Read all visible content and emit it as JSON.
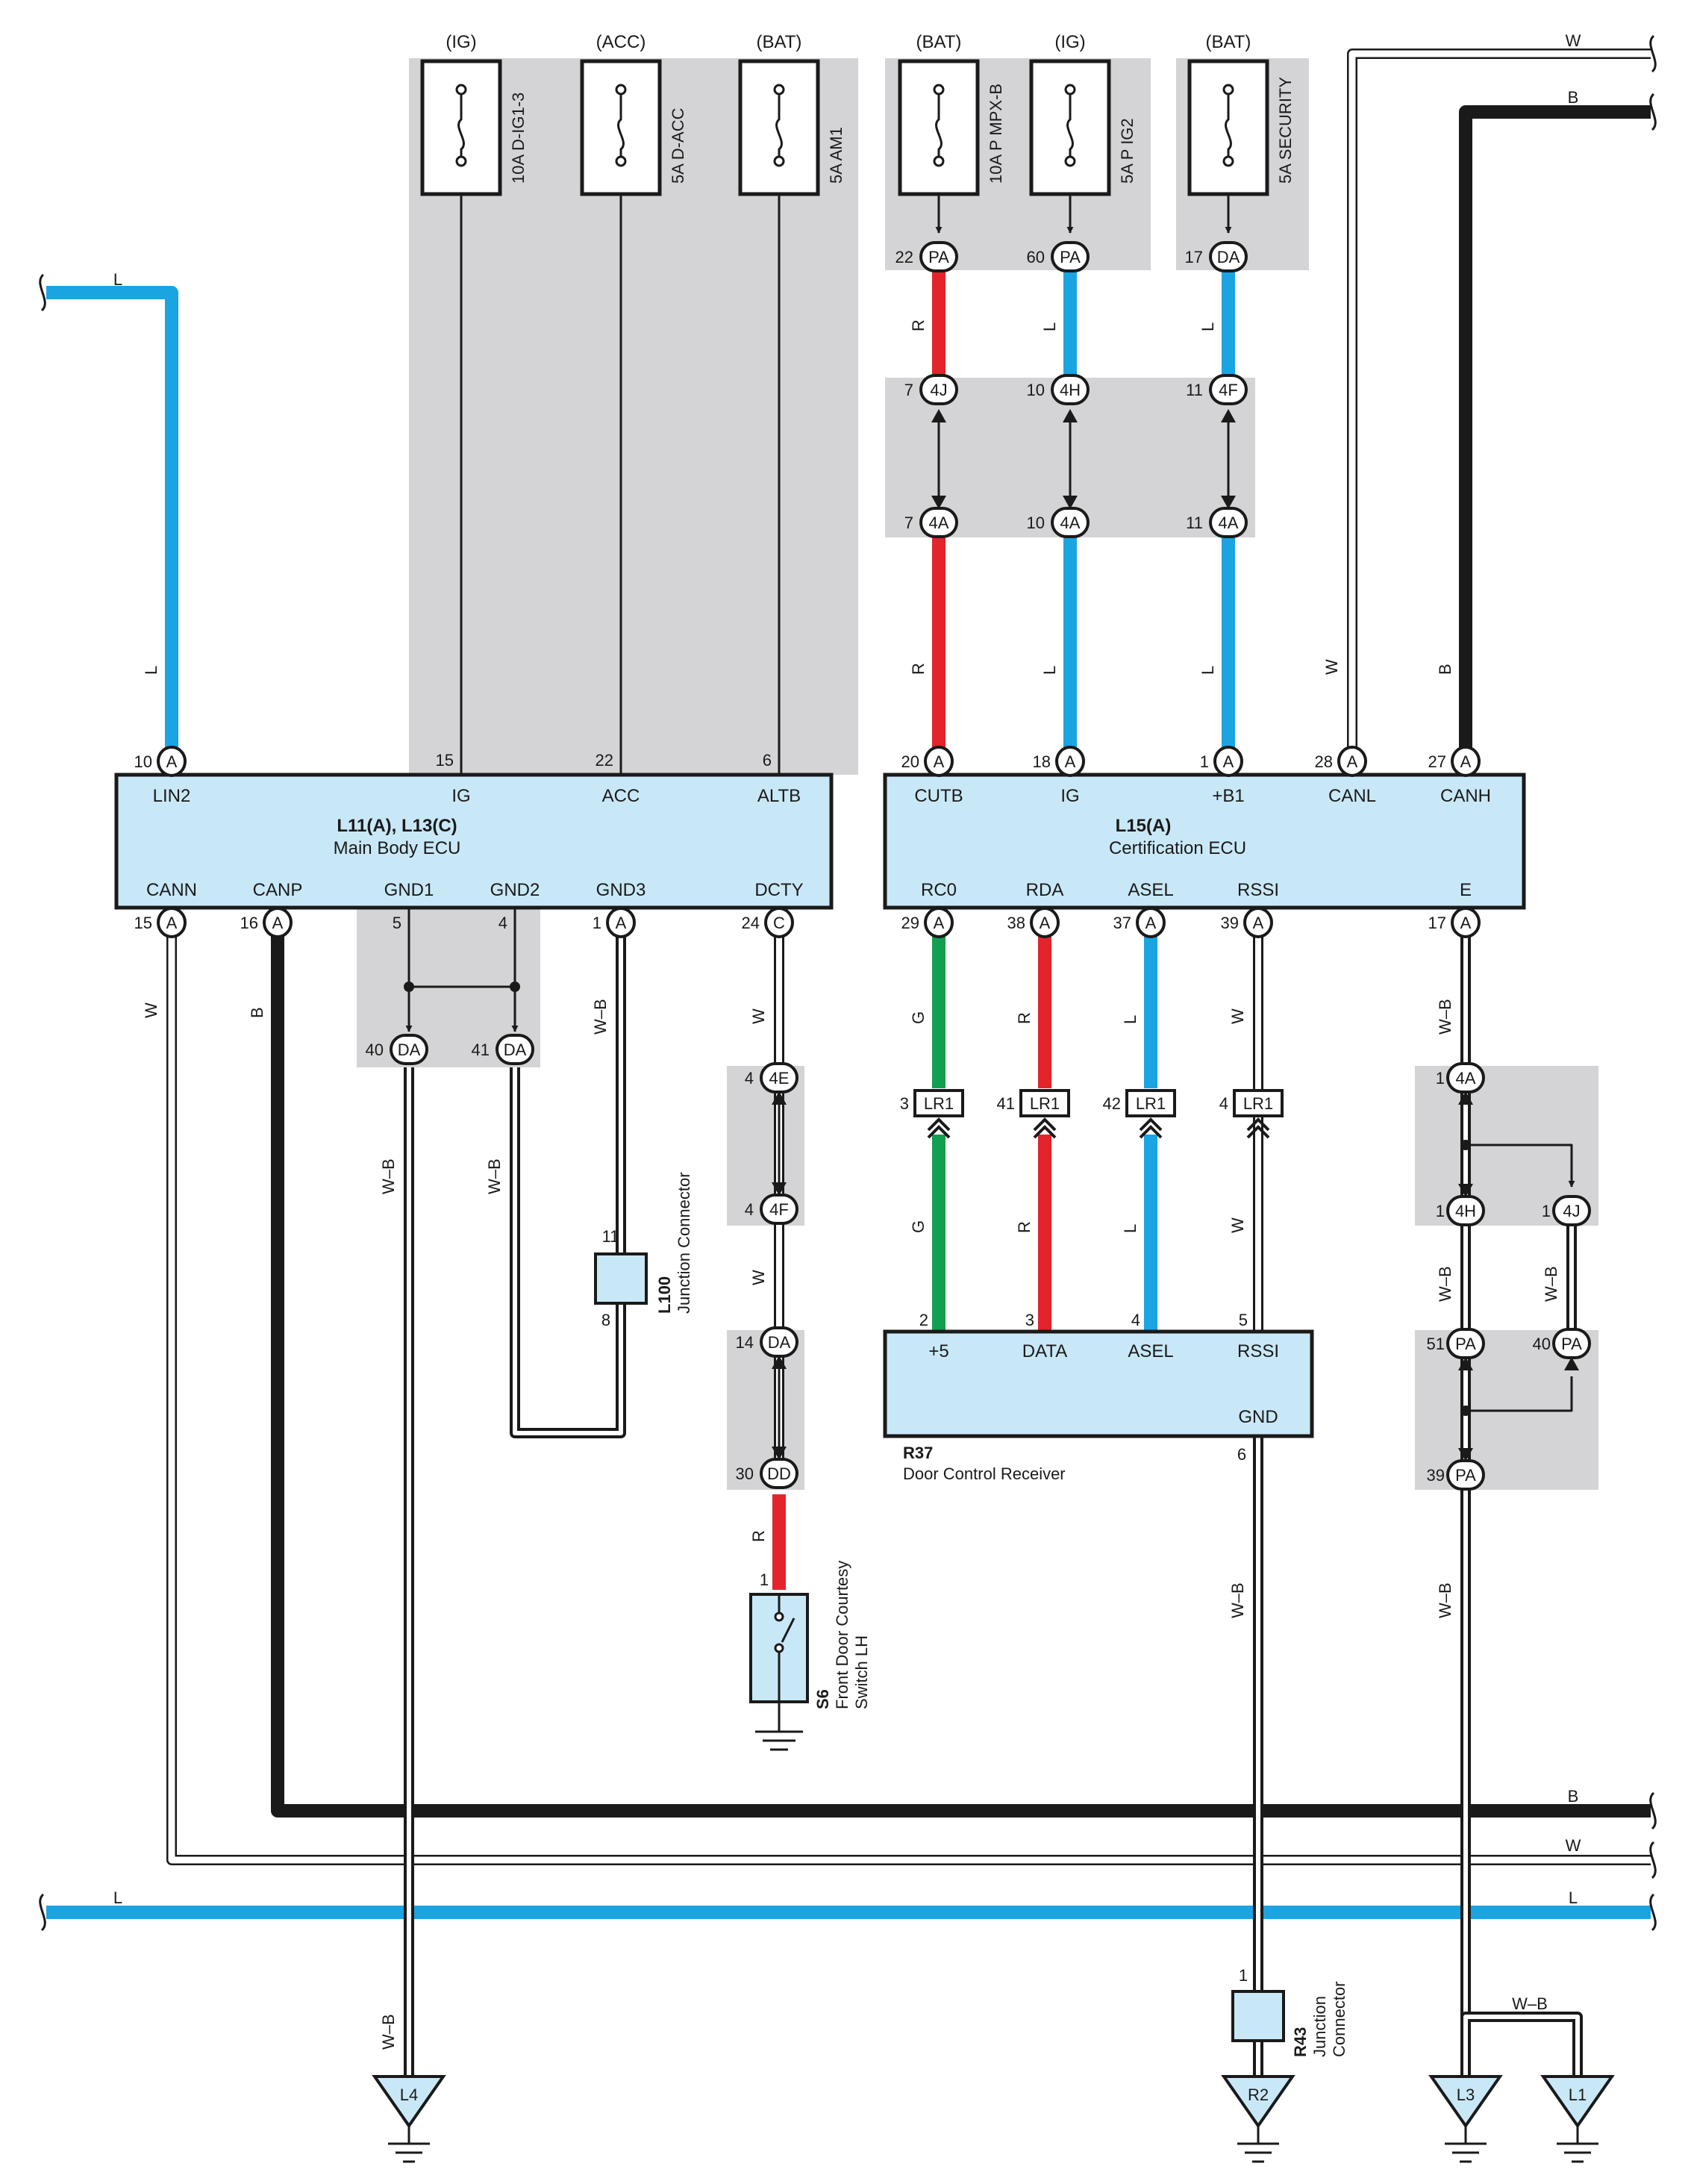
{
  "colors": {
    "blue": "#1ba4e2",
    "red": "#e3242b",
    "green": "#12a050",
    "black": "#1a1a1a",
    "ecu_fill": "#c9e8f7",
    "shade": "#d4d4d6"
  },
  "fuses": [
    {
      "source": "(IG)",
      "label": "10A D-IG1-3"
    },
    {
      "source": "(ACC)",
      "label": "5A D-ACC"
    },
    {
      "source": "(BAT)",
      "label": "5A AM1"
    },
    {
      "source": "(BAT)",
      "label": "10A P MPX-B"
    },
    {
      "source": "(IG)",
      "label": "5A P IG2"
    },
    {
      "source": "(BAT)",
      "label": "5A SECURITY"
    }
  ],
  "fuse_connectors": [
    {
      "pin": "22",
      "conn": "PA"
    },
    {
      "pin": "60",
      "conn": "PA"
    },
    {
      "pin": "17",
      "conn": "DA"
    }
  ],
  "jb_top": [
    {
      "pin": "7",
      "conn": "4J",
      "pin2": "7",
      "conn2": "4A"
    },
    {
      "pin": "10",
      "conn": "4H",
      "pin2": "10",
      "conn2": "4A"
    },
    {
      "pin": "11",
      "conn": "4F",
      "pin2": "11",
      "conn2": "4A"
    }
  ],
  "wire_colors": {
    "r": "R",
    "l": "L",
    "w": "W",
    "b": "B",
    "g": "G",
    "wb": "W–B"
  },
  "main_ecu": {
    "ref": "L11(A), L13(C)",
    "name": "Main Body ECU",
    "top_terms": [
      {
        "pin": "10",
        "conn": "A",
        "label": "LIN2"
      },
      {
        "pin": "15",
        "conn": "",
        "label": "IG"
      },
      {
        "pin": "22",
        "conn": "",
        "label": "ACC"
      },
      {
        "pin": "6",
        "conn": "",
        "label": "ALTB"
      }
    ],
    "bottom_terms": [
      {
        "pin": "15",
        "conn": "A",
        "label": "CANN"
      },
      {
        "pin": "16",
        "conn": "A",
        "label": "CANP"
      },
      {
        "pin": "5",
        "conn": "",
        "label": "GND1"
      },
      {
        "pin": "4",
        "conn": "",
        "label": "GND2"
      },
      {
        "pin": "1",
        "conn": "A",
        "label": "GND3"
      },
      {
        "pin": "24",
        "conn": "C",
        "label": "DCTY"
      }
    ]
  },
  "cert_ecu": {
    "ref": "L15(A)",
    "name": "Certification ECU",
    "top_terms": [
      {
        "pin": "20",
        "conn": "A",
        "label": "CUTB"
      },
      {
        "pin": "18",
        "conn": "A",
        "label": "IG"
      },
      {
        "pin": "1",
        "conn": "A",
        "label": "+B1"
      },
      {
        "pin": "28",
        "conn": "A",
        "label": "CANL"
      },
      {
        "pin": "27",
        "conn": "A",
        "label": "CANH"
      }
    ],
    "bottom_terms": [
      {
        "pin": "29",
        "conn": "A",
        "label": "RC0"
      },
      {
        "pin": "38",
        "conn": "A",
        "label": "RDA"
      },
      {
        "pin": "37",
        "conn": "A",
        "label": "ASEL"
      },
      {
        "pin": "39",
        "conn": "A",
        "label": "RSSI"
      },
      {
        "pin": "17",
        "conn": "A",
        "label": "E"
      }
    ]
  },
  "gnd_da": [
    {
      "pin": "40",
      "conn": "DA"
    },
    {
      "pin": "41",
      "conn": "DA"
    }
  ],
  "dcty_path": [
    {
      "pin": "4",
      "conn": "4E"
    },
    {
      "pin": "4",
      "conn": "4F"
    },
    {
      "pin": "14",
      "conn": "DA"
    },
    {
      "pin": "30",
      "conn": "DD"
    }
  ],
  "l100": {
    "ref": "L100",
    "name": "Junction Connector",
    "pin_top": "11",
    "pin_bottom": "8"
  },
  "s6": {
    "ref": "S6",
    "name1": "Front Door Courtesy",
    "name2": "Switch LH",
    "pin": "1"
  },
  "lr1": [
    {
      "pin": "3",
      "conn": "LR1"
    },
    {
      "pin": "41",
      "conn": "LR1"
    },
    {
      "pin": "42",
      "conn": "LR1"
    },
    {
      "pin": "4",
      "conn": "LR1"
    }
  ],
  "receiver": {
    "ref": "R37",
    "name": "Door Control Receiver",
    "terms": [
      {
        "pin": "2",
        "label": "+5"
      },
      {
        "pin": "3",
        "label": "DATA"
      },
      {
        "pin": "4",
        "label": "ASEL"
      },
      {
        "pin": "5",
        "label": "RSSI"
      }
    ],
    "gnd_label": "GND",
    "gnd_pin": "6"
  },
  "e_path": {
    "c1": {
      "pin": "1",
      "conn": "4A"
    },
    "c2": {
      "pin": "1",
      "conn": "4H"
    },
    "c3": {
      "pin": "1",
      "conn": "4J"
    },
    "c4": {
      "pin": "51",
      "conn": "PA"
    },
    "c5": {
      "pin": "40",
      "conn": "PA"
    },
    "c6": {
      "pin": "39",
      "conn": "PA"
    }
  },
  "r43": {
    "ref": "R43",
    "name1": "Junction",
    "name2": "Connector",
    "pin": "1"
  },
  "grounds": [
    "L4",
    "R2",
    "L3",
    "L1"
  ]
}
